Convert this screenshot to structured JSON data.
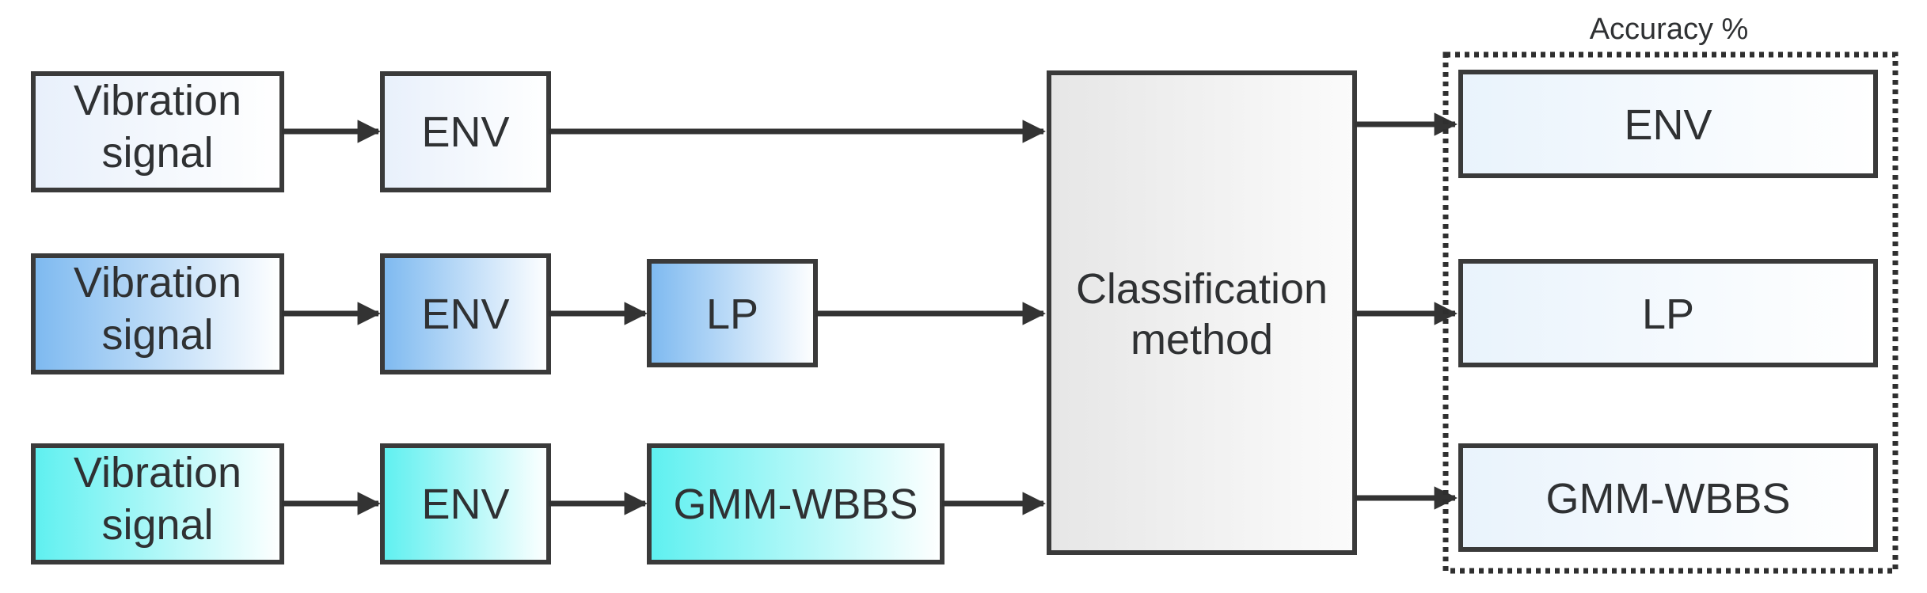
{
  "diagram": {
    "rows": [
      {
        "signal_lines": [
          "Vibration",
          "signal"
        ],
        "env_label": "ENV",
        "feature_label": "",
        "fill": "#e8f0fb"
      },
      {
        "signal_lines": [
          "Vibration",
          "signal"
        ],
        "env_label": "ENV",
        "feature_label": "LP",
        "fill": "#7db9f0"
      },
      {
        "signal_lines": [
          "Vibration",
          "signal"
        ],
        "env_label": "ENV",
        "feature_label": "GMM-WBBS",
        "fill": "#5ef0f0"
      }
    ],
    "classifier_lines": [
      "Classification",
      "method"
    ],
    "accuracy_title": "Accuracy %",
    "outputs": [
      "ENV",
      "LP",
      "GMM-WBBS"
    ],
    "colors": {
      "border": "#3a3a3a",
      "arrow": "#333333",
      "classifier_fill": "#e6e6e6",
      "output_fill": "#e9f3fc",
      "text": "#2f3133"
    }
  }
}
